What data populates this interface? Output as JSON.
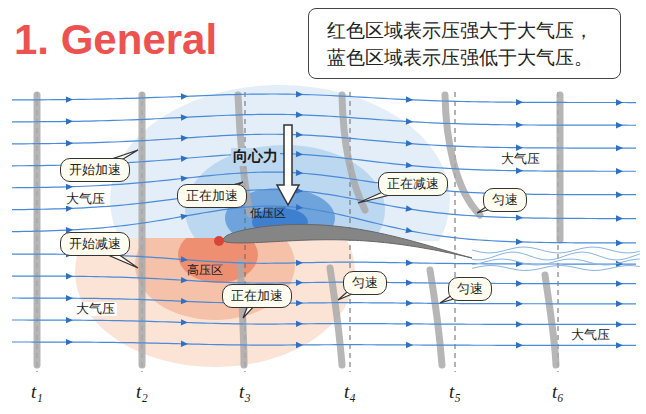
{
  "diagram": {
    "title": "1. General",
    "nodes": [
      {
        "text": [
          "红色区域表示压强大于大气压， 蓝色区域表示压强低于大气压。"
        ]
      },
      {
        "text": [
          "开始加速"
        ]
      },
      {
        "text": [
          "正在加速"
        ]
      },
      {
        "text": [
          "正在减速"
        ]
      },
      {
        "text": [
          "匀速"
        ]
      },
      {
        "text": [
          "开始减速"
        ]
      },
      {
        "text": [
          "正在加速"
        ]
      },
      {
        "text": [
          "匀速"
        ]
      },
      {
        "text": [
          "匀速"
        ]
      }
    ],
    "labels": [
      "向心力",
      "低压区",
      "高压区",
      "大气压",
      "大气压",
      "大气压",
      "大气压",
      "t₁",
      "t₂",
      "t₃",
      "t₄",
      "t₅",
      "t₆"
    ]
  }
}
